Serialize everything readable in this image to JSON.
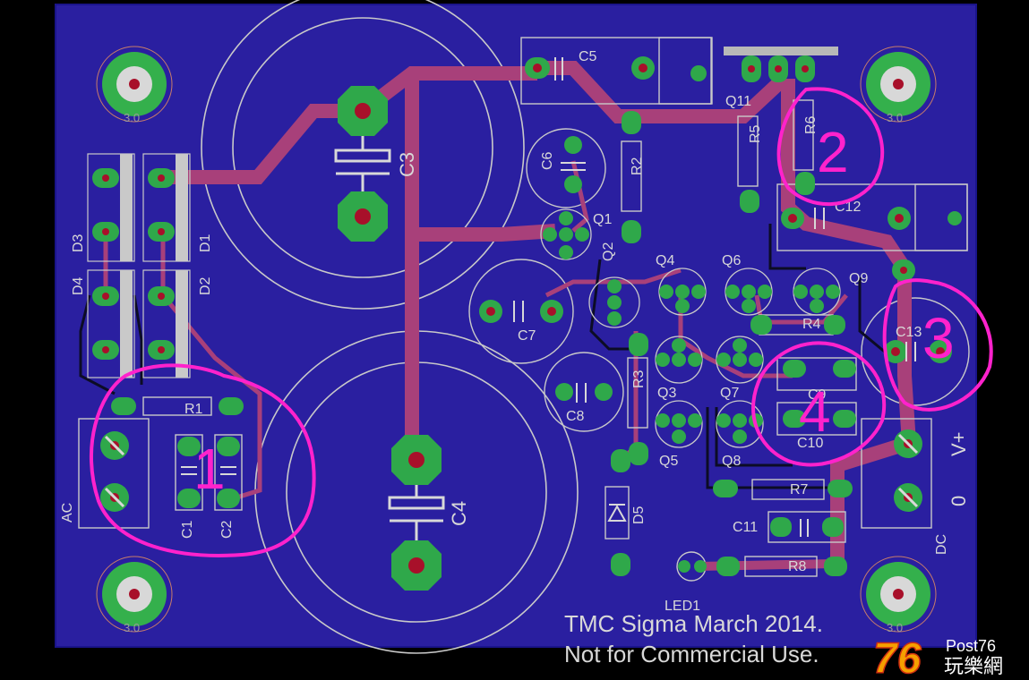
{
  "board": {
    "title_line1": "TMC Sigma March 2014.",
    "title_line2": "Not for Commercial Use.",
    "colors": {
      "background": "#000000",
      "copper_pour": "#2a1fa0",
      "board_edge": "#1a148a",
      "trace": "#a8407a",
      "pad": "#2fa84a",
      "drill": "#a8102a",
      "silkscreen": "#d8d8d8",
      "annotation": "#ff22cc"
    }
  },
  "mount_holes": [
    "3.0",
    "3.0",
    "3.0",
    "3.0"
  ],
  "components": {
    "c1": "C1",
    "c2": "C2",
    "c3": "C3",
    "c4": "C4",
    "c5": "C5",
    "c6": "C6",
    "c7": "C7",
    "c8": "C8",
    "c9": "C9",
    "c10": "C10",
    "c11": "C11",
    "c12": "C12",
    "c13": "C13",
    "d1": "D1",
    "d2": "D2",
    "d3": "D3",
    "d4": "D4",
    "d5": "D5",
    "r1": "R1",
    "r2": "R2",
    "r3": "R3",
    "r4": "R4",
    "r5": "R5",
    "r6": "R6",
    "r7": "R7",
    "r8": "R8",
    "q1": "Q1",
    "q2": "Q2",
    "q3": "Q3",
    "q4": "Q4",
    "q5": "Q5",
    "q6": "Q6",
    "q7": "Q7",
    "q8": "Q8",
    "q9": "Q9",
    "q11": "Q11",
    "led1": "LED1"
  },
  "connectors": {
    "ac": "AC",
    "dc": "DC",
    "dc_pin_plus": "V+",
    "dc_pin_zero": "0"
  },
  "annotations": [
    "1",
    "2",
    "3",
    "4"
  ],
  "watermark": {
    "number": "76",
    "post_text": "Post76",
    "cjk_text": "玩樂網"
  }
}
